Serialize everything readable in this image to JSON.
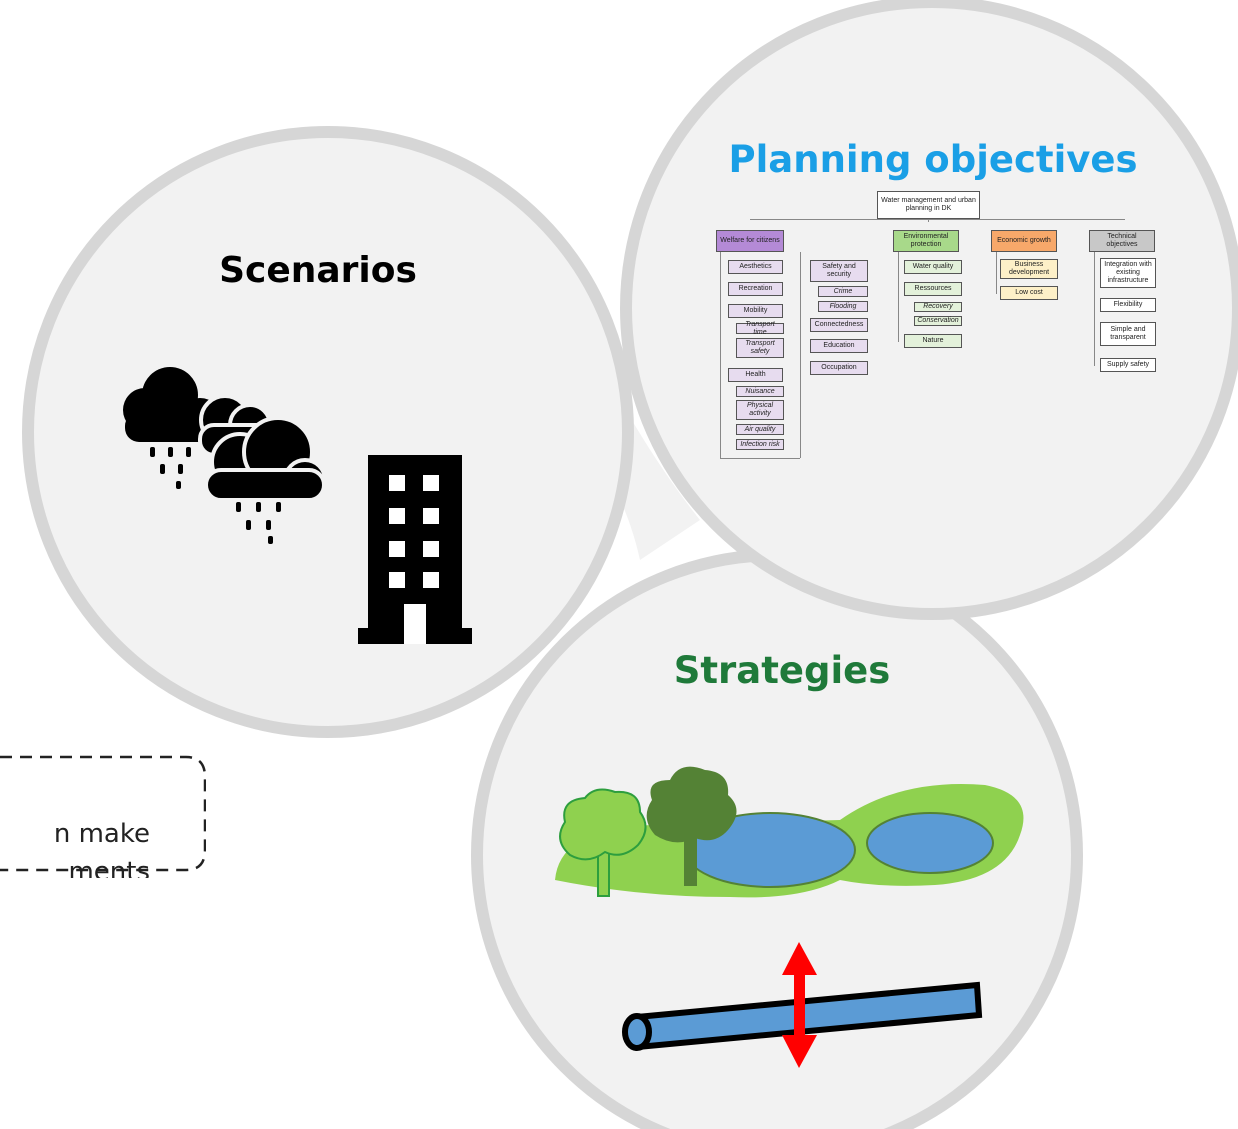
{
  "circles": {
    "scenarios": {
      "title": "Scenarios",
      "color": "#000000"
    },
    "planning": {
      "title": "Planning objectives",
      "color": "#1a9fe6"
    },
    "strategies": {
      "title": "Strategies",
      "color": "#1f7a3a"
    }
  },
  "note": {
    "line1": "n make",
    "line2": "ments"
  },
  "objective_tree": {
    "root": "Water management and urban planning in DK",
    "welfare": {
      "label": "Welfare for citizens",
      "items": [
        "Aesthetics",
        "Recreation",
        "Mobility",
        "Transport time",
        "Transport safety",
        "Health",
        "Nuisance",
        "Physical activity",
        "Air quality",
        "Infection risk"
      ]
    },
    "safety": {
      "label": "Safety and security",
      "items": [
        "Crime",
        "Flooding",
        "Connectedness",
        "Education",
        "Occupation"
      ]
    },
    "environmental": {
      "label": "Environmental protection",
      "items": [
        "Water quality",
        "Ressources",
        "Recovery",
        "Conservation",
        "Nature"
      ]
    },
    "economic": {
      "label": "Economic growth",
      "items": [
        "Business development",
        "Low cost"
      ]
    },
    "technical": {
      "label": "Technical objectives",
      "items": [
        "Integration with existing infrastructure",
        "Flexibility",
        "Simple and transparent",
        "Supply safety"
      ]
    }
  },
  "colors": {
    "circle_fill": "#f2f2f2",
    "circle_stroke": "#d6d6d6",
    "welfare": "#b48ad6",
    "welfare_light": "#e7dcef",
    "environmental": "#a8d98a",
    "environmental_light": "#e3f1da",
    "economic": "#f7a86a",
    "economic_light": "#fdf0c8",
    "technical": "#c8c8c8",
    "grass": "#8fd14f",
    "pond": "#5b9bd5",
    "tree_light": "#8fd14f",
    "tree_dark": "#548235",
    "pipe": "#5b9bd5",
    "arrow": "#ff0000"
  },
  "icons": [
    "rain-cloud-icon",
    "building-icon",
    "tree-icon",
    "pond-icon",
    "pipe-icon",
    "double-arrow-icon"
  ]
}
